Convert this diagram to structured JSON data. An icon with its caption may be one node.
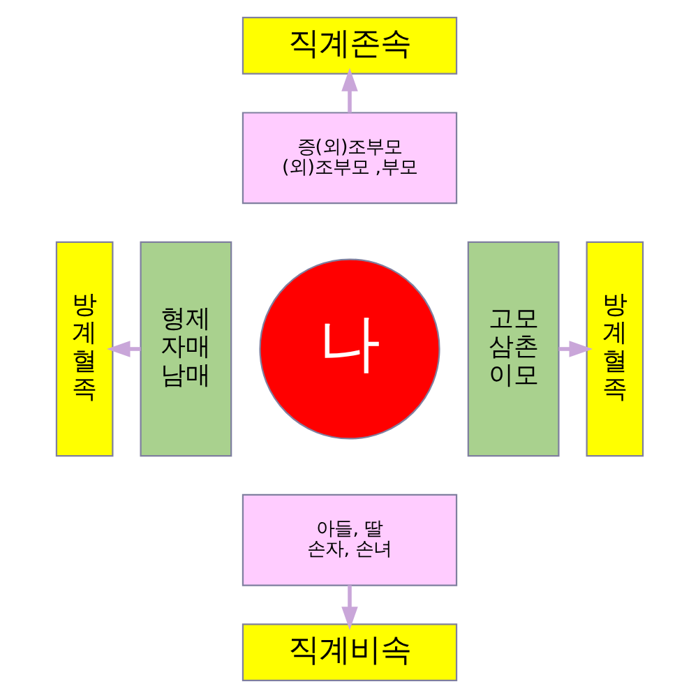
{
  "diagram": {
    "nodes": [
      {
        "text": [
          "직계존속"
        ]
      },
      {
        "text": [
          "증(외)조부모 (외)조부모 ,부모"
        ]
      },
      {
        "text": [
          "방계혈족"
        ]
      },
      {
        "text": [
          "형제 자매 남매"
        ]
      },
      {
        "text": [
          "나"
        ]
      },
      {
        "text": [
          "고모 삼촌 이모"
        ]
      },
      {
        "text": [
          "방계혈족"
        ]
      },
      {
        "text": [
          "아들, 딸 손자, 손녀"
        ]
      },
      {
        "text": [
          "직계비속"
        ]
      }
    ],
    "edges": [
      {
        "from": 1,
        "to": 0,
        "arrow": "to"
      },
      {
        "from": 3,
        "to": 2,
        "arrow": "to"
      },
      {
        "from": 5,
        "to": 6,
        "arrow": "to"
      },
      {
        "from": 7,
        "to": 8,
        "arrow": "to"
      }
    ]
  }
}
